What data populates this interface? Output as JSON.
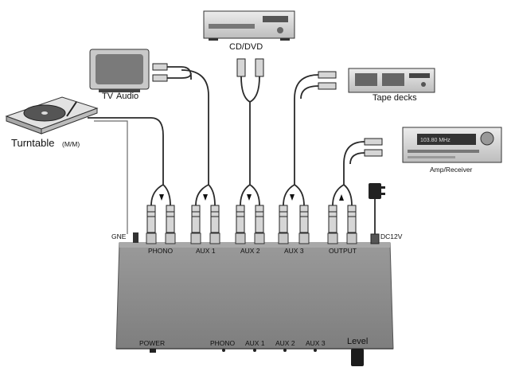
{
  "devices": {
    "cd_dvd": "CD/DVD",
    "tv": "TV",
    "tv_audio": "Audio",
    "tape_decks": "Tape decks",
    "turntable": "Turntable",
    "turntable_type": "(M/M)",
    "amp_receiver": "Amp/Receiver",
    "receiver_display": "103.80 MHz"
  },
  "top_panel": {
    "gnd": "GNE",
    "phono": "PHONO",
    "aux1": "AUX 1",
    "aux2": "AUX 2",
    "aux3": "AUX 3",
    "output": "OUTPUT",
    "dc12v": "DC12V"
  },
  "front_panel": {
    "power": "POWER",
    "phono": "PHONO",
    "aux1": "AUX 1",
    "aux2": "AUX 2",
    "aux3": "AUX 3",
    "level": "Level"
  },
  "colors": {
    "device_body": "#d8d8d8",
    "switch_box": "#888888",
    "cable": "#2a2a2a",
    "connector": "#bfbfbf"
  }
}
